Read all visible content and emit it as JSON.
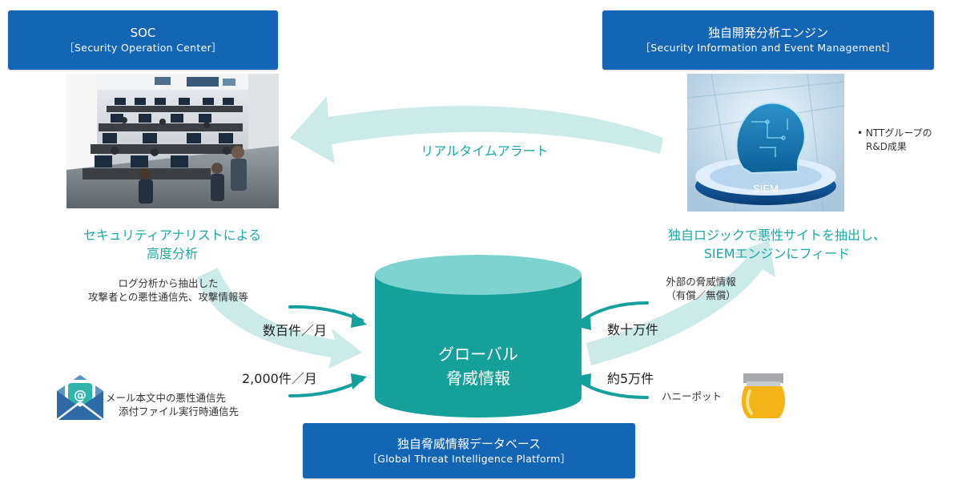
{
  "soc_box": {
    "title": "SOC",
    "subtitle": "［Security Operation Center］"
  },
  "siem_box": {
    "title": "独自開発分析エンジン",
    "subtitle": "［Security Information and Event Management］"
  },
  "db_box": {
    "title": "独自脅威情報データベース",
    "subtitle": "［Global Threat Intelligence Platform］"
  },
  "alert_label": "リアルタイムアラート",
  "siem_image_label": "SIEM",
  "ntt_note": {
    "line1": "• NTTグループの",
    "line2": "R&D成果"
  },
  "analyst_caption": {
    "line1": "セキュリティアナリストによる",
    "line2": "高度分析"
  },
  "siem_caption": {
    "line1": "独自ロジックで悪性サイトを抽出し、",
    "line2": "SIEMエンジンにフィード"
  },
  "cylinder": {
    "line1": "グローバル",
    "line2": "脅威情報"
  },
  "inputs": {
    "log": {
      "line1": "ログ分析から抽出した",
      "line2": "攻撃者との悪性通信先、攻撃情報等",
      "count": "数百件／月"
    },
    "mail": {
      "line1": "メール本文中の悪性通信先",
      "line2": "添付ファイル実行時通信先",
      "count": "2,000件／月"
    },
    "external": {
      "line1": "外部の脅威情報",
      "line2": "（有償／無償）",
      "count": "数十万件"
    },
    "honeypot": {
      "line1": "ハニーポット",
      "count": "約5万件"
    }
  },
  "mail_icon_symbol": "@",
  "colors": {
    "box_blue": "#1565b6",
    "teal": "#1aa9a4",
    "cylinder_body": "#16a09b",
    "cylinder_top": "#7fd3ce",
    "arrow_light": "#cbeae8",
    "arrow_dark": "#16a09b",
    "honey": "#f2b417"
  }
}
